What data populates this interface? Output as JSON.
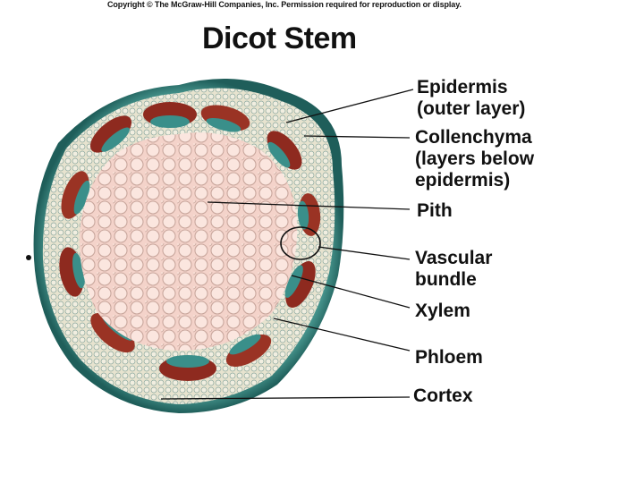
{
  "copyright": "Copyright © The McGraw-Hill Companies, Inc. Permission required for reproduction or display.",
  "title": "Dicot Stem",
  "labels": {
    "epidermis": [
      "Epidermis",
      "(outer layer)"
    ],
    "collenchyma": [
      "Collenchyma",
      "(layers below",
      "epidermis)"
    ],
    "pith": [
      "Pith"
    ],
    "vascular_bundle": [
      "Vascular",
      "bundle"
    ],
    "xylem": [
      "Xylem"
    ],
    "phloem": [
      "Phloem"
    ],
    "cortex": [
      "Cortex"
    ]
  },
  "colors": {
    "cortex": "#2f8f8a",
    "pith": "#f3cfc6",
    "phloem": "#8e2a1f",
    "xylem": "#3a8f8a",
    "leader_line": "#111111"
  }
}
